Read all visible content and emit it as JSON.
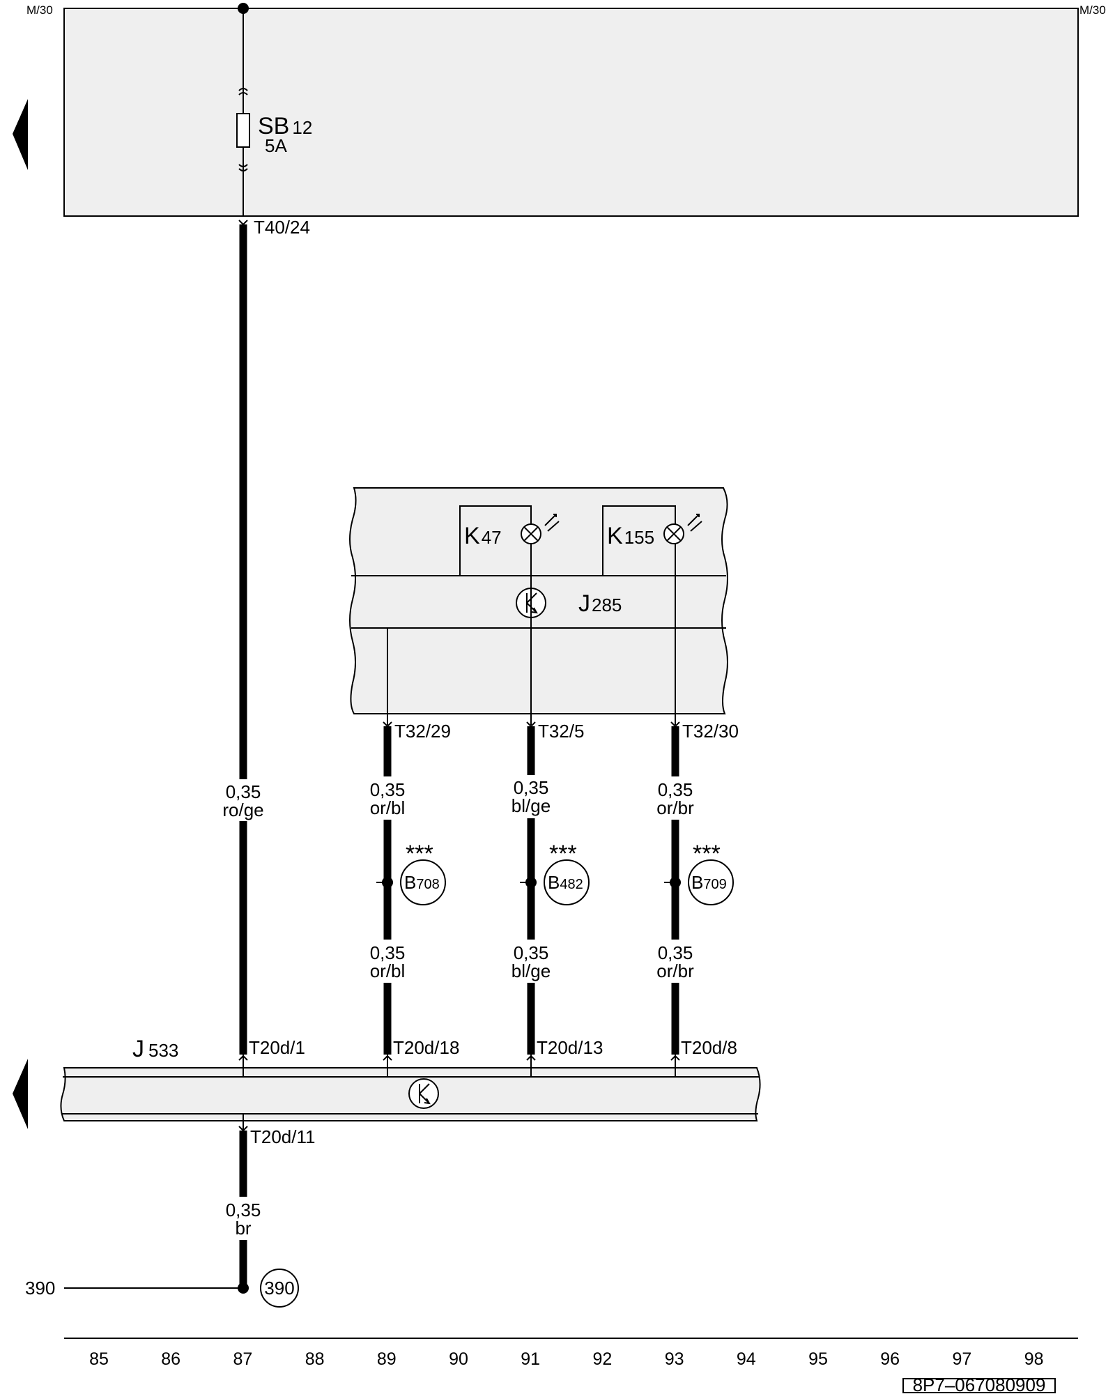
{
  "rail_labels": {
    "left": "M/30",
    "right": "M/30"
  },
  "fuse": {
    "name": "SB",
    "number": "12",
    "rating": "5A"
  },
  "connectors": {
    "t40_24": "T40/24",
    "t32_29": "T32/29",
    "t32_5": "T32/5",
    "t32_30": "T32/30",
    "t20d_1": "T20d/1",
    "t20d_18": "T20d/18",
    "t20d_13": "T20d/13",
    "t20d_8": "T20d/8",
    "t20d_11": "T20d/11"
  },
  "components": {
    "k47": {
      "letter": "K",
      "number": "47"
    },
    "k155": {
      "letter": "K",
      "number": "155"
    },
    "j285": {
      "letter": "J",
      "number": "285"
    },
    "j533": {
      "letter": "J",
      "number": "533"
    }
  },
  "wires": {
    "w87_upper": {
      "size": "0,35",
      "color": "ro/ge"
    },
    "w89_upper": {
      "size": "0,35",
      "color": "or/bl"
    },
    "w91_upper": {
      "size": "0,35",
      "color": "bl/ge"
    },
    "w93_upper": {
      "size": "0,35",
      "color": "or/br"
    },
    "w89_lower": {
      "size": "0,35",
      "color": "or/bl"
    },
    "w91_lower": {
      "size": "0,35",
      "color": "bl/ge"
    },
    "w93_lower": {
      "size": "0,35",
      "color": "or/br"
    },
    "w87_lower": {
      "size": "0,35",
      "color": "br"
    }
  },
  "splices": {
    "b708": {
      "letter": "B",
      "number": "708",
      "marker": "***"
    },
    "b482": {
      "letter": "B",
      "number": "482",
      "marker": "***"
    },
    "b709": {
      "letter": "B",
      "number": "709",
      "marker": "***"
    }
  },
  "ground": {
    "line_label": "390",
    "circle_label": "390"
  },
  "grid_numbers": [
    "85",
    "86",
    "87",
    "88",
    "89",
    "90",
    "91",
    "92",
    "93",
    "94",
    "95",
    "96",
    "97",
    "98"
  ],
  "document_id": "8P7–067080909",
  "colors": {
    "panel_fill": "#efefef",
    "line": "#000000",
    "background": "#ffffff"
  }
}
